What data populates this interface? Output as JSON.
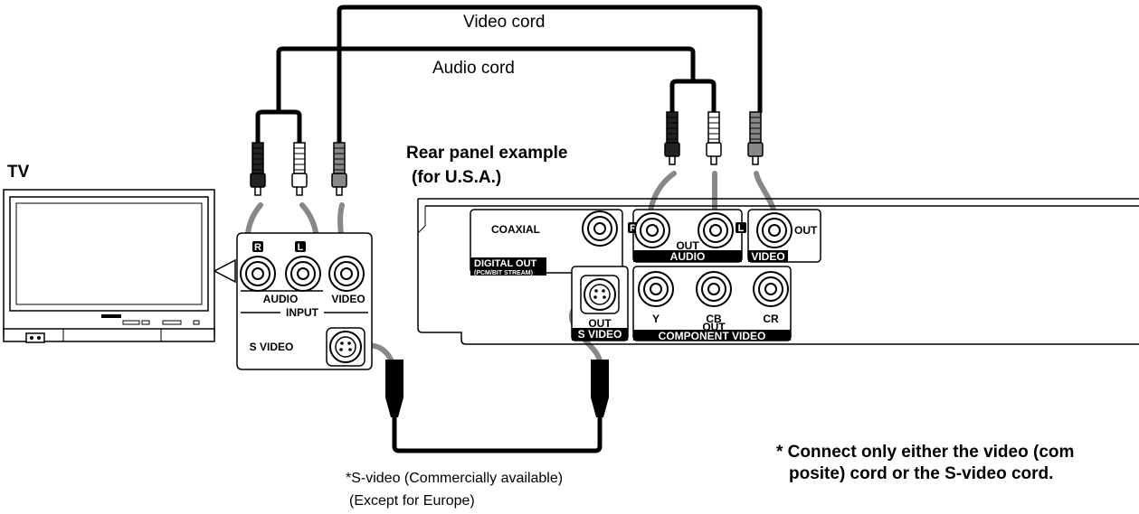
{
  "labels": {
    "video_cord": "Video cord",
    "audio_cord": "Audio cord",
    "tv": "TV",
    "rear_panel_line1": "Rear panel example",
    "rear_panel_line2": "(for U.S.A.)",
    "s_video_cord_line1": "*S-video (Commercially available)",
    "s_video_cord_line2": "(Except for Europe)",
    "note_line1": "* Connect only either the video (com",
    "note_line2": "posite) cord or the S-video cord."
  },
  "tv_input_panel": {
    "r_badge": "R",
    "l_badge": "L",
    "audio": "AUDIO",
    "video": "VIDEO",
    "input": "INPUT",
    "s_video": "S VIDEO"
  },
  "player_panel": {
    "coaxial": "COAXIAL",
    "digital_out": "DIGITAL OUT",
    "digital_out_sub": "(PCM/BIT STREAM)",
    "r_badge": "R",
    "l_badge": "L",
    "audio_out": "OUT",
    "audio": "AUDIO",
    "video_out": "OUT",
    "video": "VIDEO",
    "s_video_out": "OUT",
    "s_video": "S VIDEO",
    "y": "Y",
    "cb": "CB",
    "cr": "CR",
    "component_out": "OUT",
    "component_video": "COMPONENT VIDEO"
  }
}
